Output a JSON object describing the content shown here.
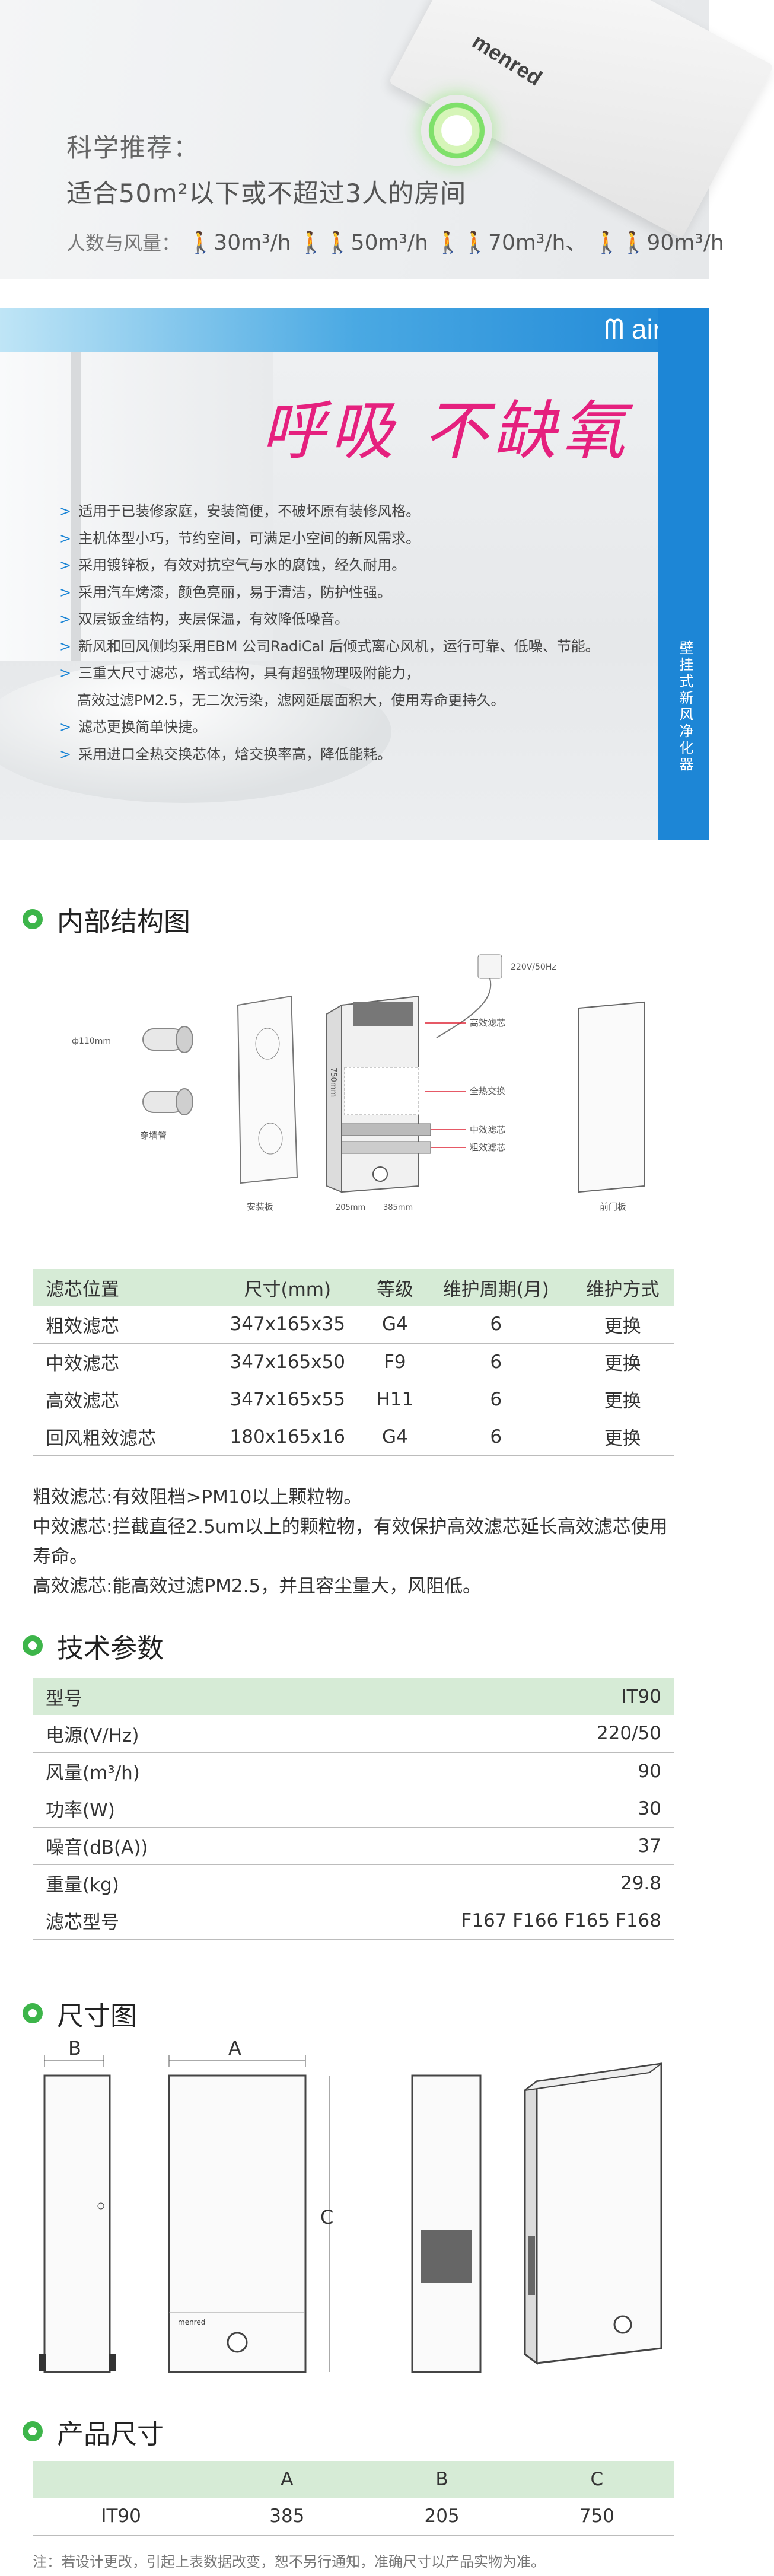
{
  "hero": {
    "recommend_title": "科学推荐：",
    "recommend_text": "适合50m²以下或不超过3人的房间",
    "persons_label": "人数与风量：",
    "flows": [
      "30m³/h",
      "50m³/h",
      "70m³/h、",
      "90m³/h"
    ],
    "device_brand": "menred"
  },
  "banner": {
    "brand": "air",
    "slogan": "呼吸 不缺氧",
    "vertical_label": "壁挂式新风净化器",
    "features": [
      "适用于已装修家庭，安装简便，不破坏原有装修风格。",
      "主机体型小巧，节约空间，可满足小空间的新风需求。",
      "采用镀锌板，有效对抗空气与水的腐蚀，经久耐用。",
      "采用汽车烤漆，颜色亮丽，易于清洁，防护性强。",
      "双层钣金结构，夹层保温，有效降低噪音。",
      "新风和回风侧均采用EBM 公司RadiCal 后倾式离心风机，运行可靠、低噪、节能。",
      "三重大尺寸滤芯，塔式结构，具有超强物理吸附能力，",
      "高效过滤PM2.5，无二次污染，滤网延展面积大，使用寿命更持久。",
      "滤芯更换简单快捷。",
      "采用进口全热交换芯体，焓交换率高，降低能耗。"
    ]
  },
  "structure": {
    "title": "内部结构图",
    "diagram_labels": {
      "pipe_dia": "ф110mm",
      "pipe": "穿墙管",
      "mount_plate": "安装板",
      "front_panel": "前门板",
      "power": "220V/50Hz",
      "hepa": "高效滤芯",
      "exchanger": "全热交换",
      "mid": "中效滤芯",
      "coarse": "粗效滤芯",
      "dim_h": "750mm",
      "dim_d": "205mm",
      "dim_w": "385mm"
    },
    "table": {
      "headers": [
        "滤芯位置",
        "尺寸(mm)",
        "等级",
        "维护周期(月)",
        "维护方式"
      ],
      "rows": [
        [
          "粗效滤芯",
          "347x165x35",
          "G4",
          "6",
          "更换"
        ],
        [
          "中效滤芯",
          "347x165x50",
          "F9",
          "6",
          "更换"
        ],
        [
          "高效滤芯",
          "347x165x55",
          "H11",
          "6",
          "更换"
        ],
        [
          "回风粗效滤芯",
          "180x165x16",
          "G4",
          "6",
          "更换"
        ]
      ]
    },
    "notes": [
      "粗效滤芯:有效阻档>PM10以上颗粒物。",
      "中效滤芯:拦截直径2.5um以上的颗粒物，有效保护高效滤芯延长高效滤芯使用寿命。",
      "高效滤芯:能高效过滤PM2.5，并且容尘量大，风阻低。"
    ]
  },
  "specs": {
    "title": "技术参数",
    "header": [
      "型号",
      "IT90"
    ],
    "rows": [
      [
        "电源(V/Hz)",
        "220/50"
      ],
      [
        "风量(m³/h)",
        "90"
      ],
      [
        "功率(W)",
        "30"
      ],
      [
        "噪音(dB(A))",
        "37"
      ],
      [
        "重量(kg)",
        "29.8"
      ],
      [
        "滤芯型号",
        "F167 F166 F165 F168"
      ]
    ]
  },
  "dimensions": {
    "title": "尺寸图",
    "labels": {
      "b": "B",
      "a": "A",
      "c": "C"
    },
    "front_brand": "menred"
  },
  "product_size": {
    "title": "产品尺寸",
    "headers": [
      "",
      "A",
      "B",
      "C"
    ],
    "rows": [
      [
        "IT90",
        "385",
        "205",
        "750"
      ]
    ]
  },
  "footer": {
    "note": "注：若设计更改，引起上表数据改变，恕不另行通知，准确尺寸以产品实物为准。"
  },
  "colors": {
    "green": "#3db54a",
    "blue": "#1d86d6",
    "pink": "#e5207e",
    "table_head": "#d6ebd6"
  }
}
